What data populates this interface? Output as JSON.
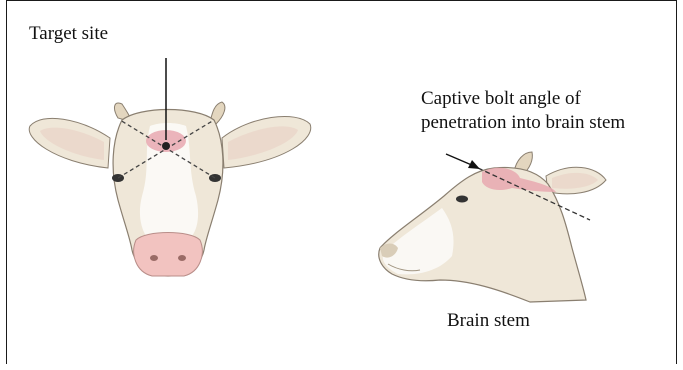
{
  "labels": {
    "target_site": "Target site",
    "captive_line1": "Captive bolt angle of",
    "captive_line2": "penetration into brain stem",
    "brain_stem": "Brain stem"
  },
  "colors": {
    "hide": "#efe7d8",
    "hide_shadow": "#d9cdb8",
    "white_blaze": "#fbfaf7",
    "muzzle": "#f2c3c0",
    "target_mark": "#e8a8b0",
    "ear_inner": "#e9d3c8",
    "outline": "#555"
  }
}
